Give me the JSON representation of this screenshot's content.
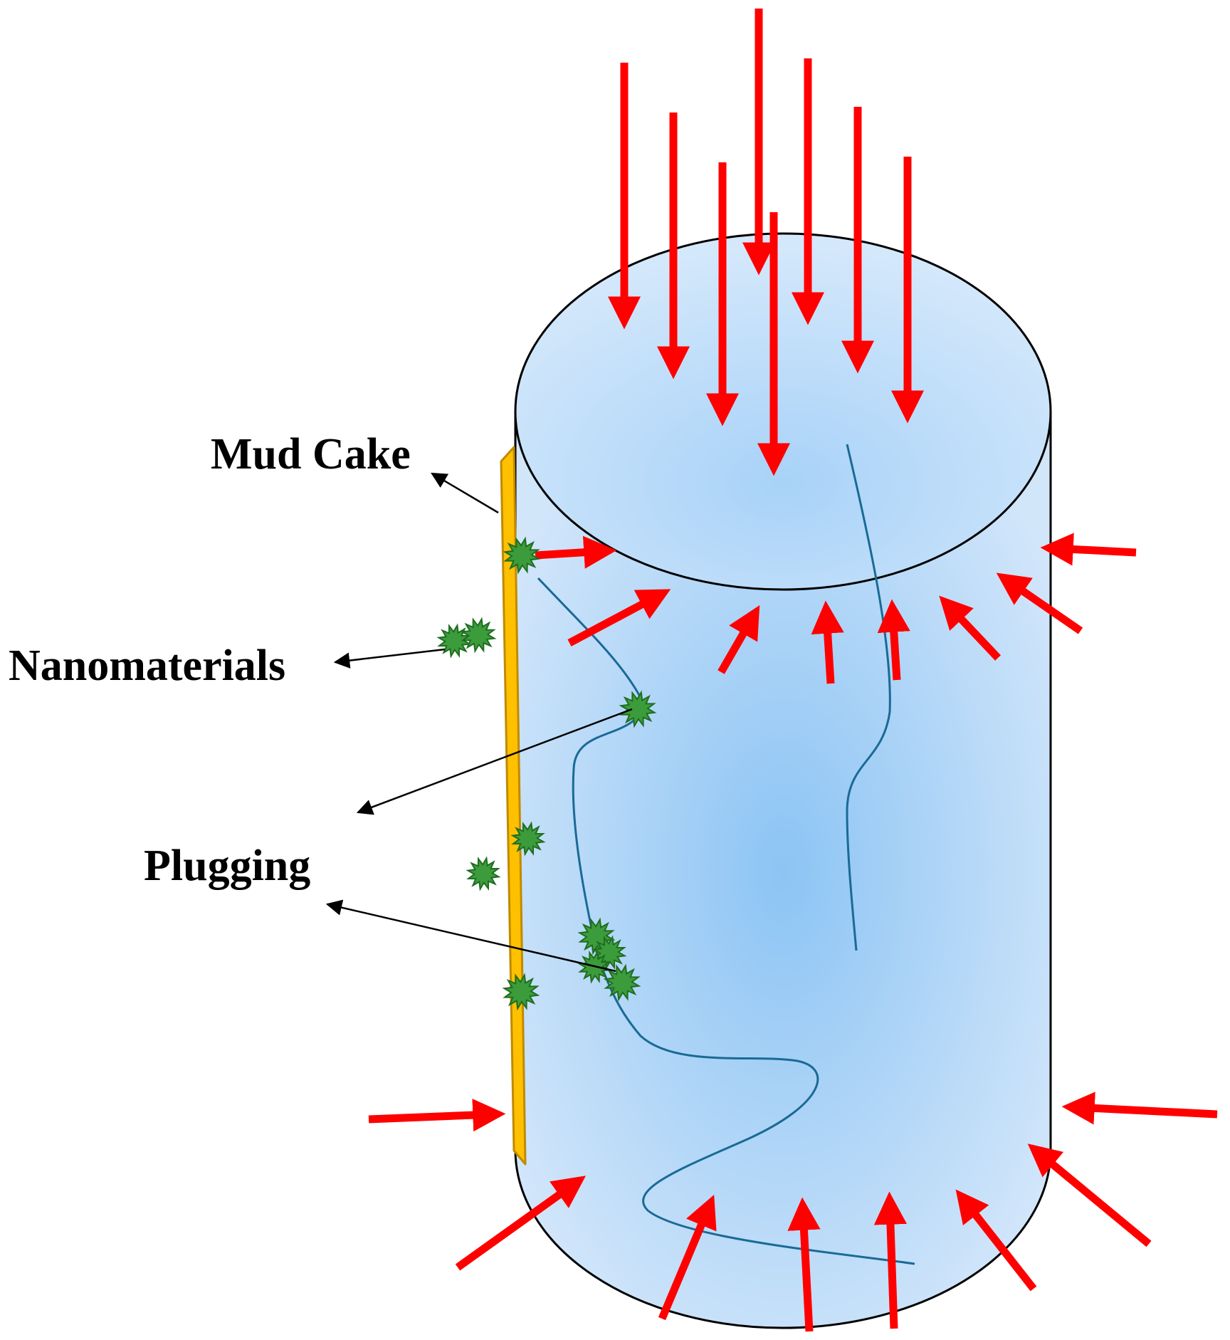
{
  "labels": {
    "mud_cake": "Mud Cake",
    "nanomaterials": "Nanomaterials",
    "plugging": "Plugging"
  },
  "colors": {
    "cylinder_fill_center": "#8cc4f4",
    "cylinder_fill_edge": "#d2e6fa",
    "outline": "#000000",
    "stress_arrow": "#ff0000",
    "fracture_line": "#1a6a96",
    "mud_cake": "#ffc000",
    "mud_cake_edge": "#c08a00",
    "nanoparticle": "#3c9c3c",
    "nanoparticle_edge": "#1f6e1f",
    "pointer_arrow": "#000000"
  },
  "icons": {
    "nanoparticle": "spiky-star-icon",
    "stress_arrow": "red-arrow-icon"
  }
}
